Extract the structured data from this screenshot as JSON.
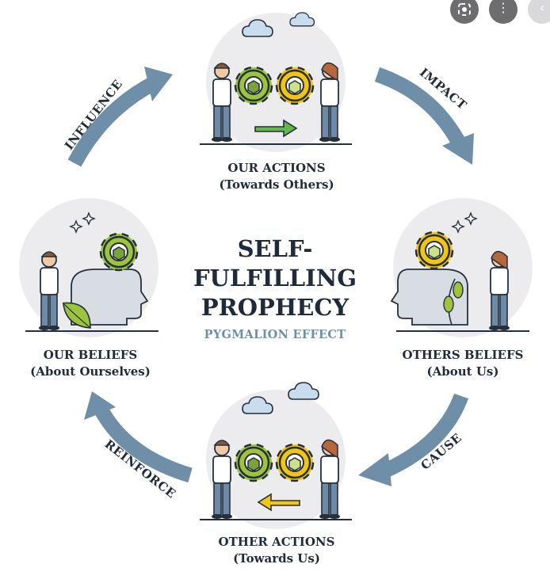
{
  "title_lines": [
    "SELF-",
    "FULFILLING",
    "PROPHECY"
  ],
  "subtitle": "PYGMALION EFFECT",
  "nodes": {
    "top": {
      "line1": "OUR ACTIONS",
      "line2": "(Towards Others)"
    },
    "right": {
      "line1": "OTHERS BELIEFS",
      "line2": "(About Us)"
    },
    "bottom": {
      "line1": "OTHER ACTIONS",
      "line2": "(Towards Us)"
    },
    "left": {
      "line1": "OUR BELIEFS",
      "line2": "(About Ourselves)"
    }
  },
  "arrows": {
    "top_left": "INFLUENCE",
    "top_right": "IMPACT",
    "bottom_right": "CAUSE",
    "bottom_left": "REINFORCE"
  },
  "colors": {
    "arrow": "#6f8ea7",
    "text_dark": "#1f2b3a",
    "subtitle": "#6e8fa8",
    "gear_green": "#9dc43c",
    "gear_yellow": "#f2c413",
    "circle_bg": "#ececee"
  },
  "overlay_icons": [
    "lens-icon",
    "more-vertical-icon",
    "chevron-left-icon"
  ]
}
